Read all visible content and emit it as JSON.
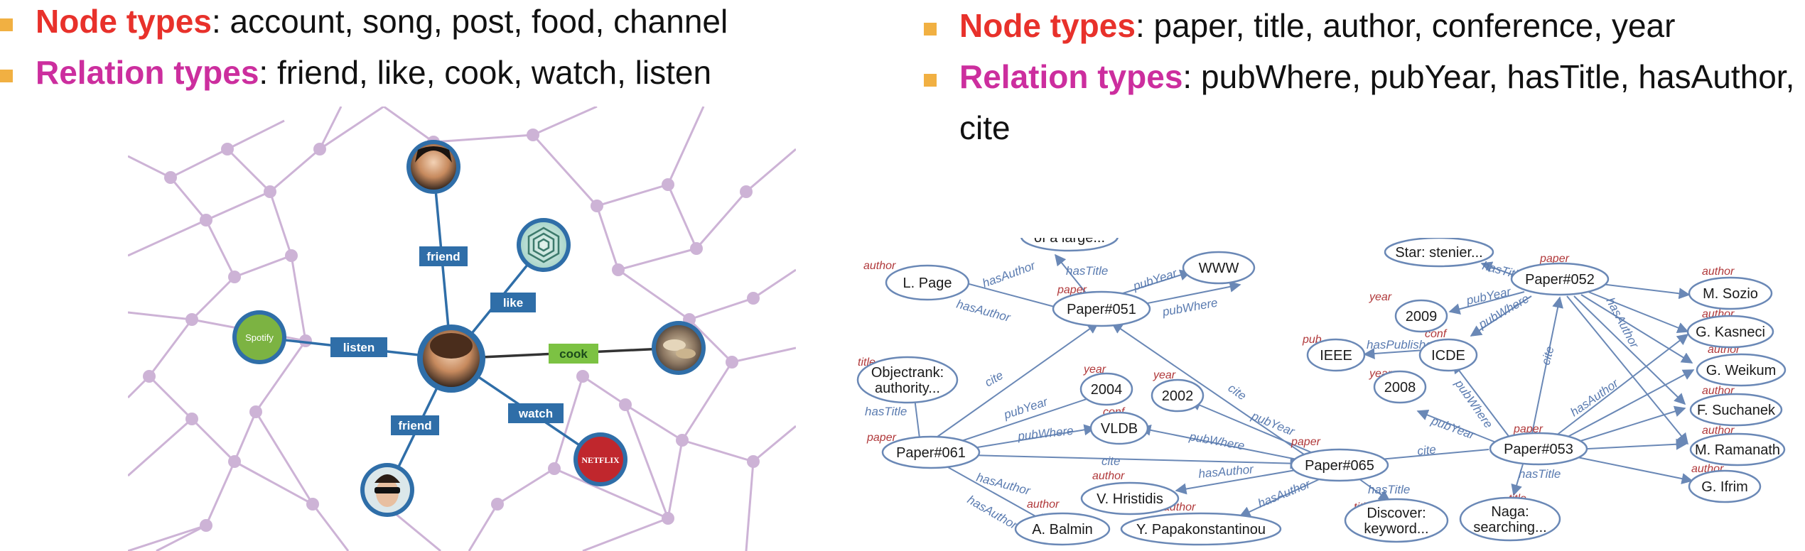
{
  "left_panel": {
    "bullets": [
      {
        "keyword": "Node types",
        "rest": ": account, song, post, food, channel"
      },
      {
        "keyword": "Relation types",
        "rest": ": friend, like, cook, watch, listen"
      }
    ],
    "graph": {
      "nodes": [
        {
          "id": "center",
          "icon": "person-photo-icon",
          "color": "#2f6ea8"
        },
        {
          "id": "friend1",
          "icon": "person-photo-icon",
          "color": "#2f6ea8"
        },
        {
          "id": "friend2",
          "icon": "person-photo-icon",
          "color": "#2f6ea8"
        },
        {
          "id": "post",
          "icon": "post-hexagon-icon",
          "color": "#2f6ea8"
        },
        {
          "id": "spotify",
          "icon": "spotify-icon",
          "label": "Spotify",
          "color": "#7cb342"
        },
        {
          "id": "food",
          "icon": "food-photo-icon",
          "color": "#2f6ea8"
        },
        {
          "id": "netflix",
          "icon": "netflix-icon",
          "label": "NETFLIX",
          "color": "#c0272d"
        }
      ],
      "edges": [
        {
          "from": "center",
          "to": "friend1",
          "label": "friend"
        },
        {
          "from": "center",
          "to": "post",
          "label": "like"
        },
        {
          "from": "center",
          "to": "spotify",
          "label": "listen"
        },
        {
          "from": "center",
          "to": "food",
          "label": "cook"
        },
        {
          "from": "center",
          "to": "friend2",
          "label": "friend"
        },
        {
          "from": "center",
          "to": "netflix",
          "label": "watch"
        }
      ],
      "colors": {
        "edge": "#2f6ea8",
        "cook_tag": "#7cc243",
        "mesh": "#cdb3d6"
      }
    }
  },
  "right_panel": {
    "bullets": [
      {
        "keyword": "Node types",
        "rest": ": paper, title, author, conference, year"
      },
      {
        "keyword": "Relation types",
        "rest": ": pubWhere, pubYear, hasTitle, hasAuthor, cite"
      }
    ],
    "graph": {
      "nodes": [
        {
          "id": "t_large",
          "label": "of a large..."
        },
        {
          "id": "www",
          "label": "WWW"
        },
        {
          "id": "page",
          "label": "L. Page",
          "type": "author"
        },
        {
          "id": "p051",
          "label": "Paper#051",
          "type": "paper"
        },
        {
          "id": "objectrank",
          "label": "Objectrank:\nauthority...",
          "type": "title"
        },
        {
          "id": "y2004",
          "label": "2004",
          "type": "year"
        },
        {
          "id": "y2002",
          "label": "2002",
          "type": "year"
        },
        {
          "id": "vldb",
          "label": "VLDB",
          "type": "conf"
        },
        {
          "id": "p061",
          "label": "Paper#061",
          "type": "paper"
        },
        {
          "id": "p065",
          "label": "Paper#065",
          "type": "paper"
        },
        {
          "id": "hristidis",
          "label": "V. Hristidis",
          "type": "author"
        },
        {
          "id": "balmin",
          "label": "A. Balmin",
          "type": "author"
        },
        {
          "id": "papa",
          "label": "Y. Papakonstantinou",
          "type": "author"
        },
        {
          "id": "discover",
          "label": "Discover:\nkeyword...",
          "type": "title"
        },
        {
          "id": "star",
          "label": "Star: stenier..."
        },
        {
          "id": "p052",
          "label": "Paper#052",
          "type": "paper"
        },
        {
          "id": "y2009",
          "label": "2009",
          "type": "year"
        },
        {
          "id": "ieee",
          "label": "IEEE",
          "type": "pub"
        },
        {
          "id": "icde",
          "label": "ICDE",
          "type": "conf"
        },
        {
          "id": "y2008",
          "label": "2008",
          "type": "year"
        },
        {
          "id": "p053",
          "label": "Paper#053",
          "type": "paper"
        },
        {
          "id": "naga",
          "label": "Naga:\nsearching...",
          "type": "title"
        },
        {
          "id": "sozio",
          "label": "M. Sozio",
          "type": "author"
        },
        {
          "id": "kasneci",
          "label": "G. Kasneci",
          "type": "author"
        },
        {
          "id": "weikum",
          "label": "G. Weikum",
          "type": "author"
        },
        {
          "id": "suchanek",
          "label": "F. Suchanek",
          "type": "author"
        },
        {
          "id": "ramanath",
          "label": "M. Ramanath",
          "type": "author"
        },
        {
          "id": "ifrim",
          "label": "G. Ifrim",
          "type": "author"
        }
      ],
      "edges": [
        {
          "from": "p051",
          "to": "page",
          "label": "hasAuthor"
        },
        {
          "from": "p051",
          "to": "t_large",
          "label": "hasTitle"
        },
        {
          "from": "p051",
          "to": "www",
          "label": "pubYear"
        },
        {
          "from": "p051",
          "to": "www",
          "label": "pubWhere"
        },
        {
          "from": "p061",
          "to": "p051",
          "label": "cite"
        },
        {
          "from": "p061",
          "to": "objectrank",
          "label": "hasTitle"
        },
        {
          "from": "p061",
          "to": "y2004",
          "label": "pubYear"
        },
        {
          "from": "p061",
          "to": "vldb",
          "label": "pubWhere"
        },
        {
          "from": "p061",
          "to": "p065",
          "label": "cite"
        },
        {
          "from": "p061",
          "to": "balmin",
          "label": "hasAuthor"
        },
        {
          "from": "p065",
          "to": "p051",
          "label": "cite"
        },
        {
          "from": "p065",
          "to": "y2002",
          "label": "pubYear"
        },
        {
          "from": "p065",
          "to": "vldb",
          "label": "pubWhere"
        },
        {
          "from": "p065",
          "to": "hristidis",
          "label": "hasAuthor"
        },
        {
          "from": "p065",
          "to": "papa",
          "label": "hasAuthor"
        },
        {
          "from": "p065",
          "to": "discover",
          "label": "hasTitle"
        },
        {
          "from": "p052",
          "to": "star",
          "label": "hasTitle"
        },
        {
          "from": "p052",
          "to": "y2009",
          "label": "pubYear"
        },
        {
          "from": "p052",
          "to": "icde",
          "label": "pubWhere"
        },
        {
          "from": "p052",
          "to": "sozio",
          "label": ""
        },
        {
          "from": "p052",
          "to": "kasneci",
          "label": ""
        },
        {
          "from": "p052",
          "to": "weikum",
          "label": ""
        },
        {
          "from": "p052",
          "to": "suchanek",
          "label": ""
        },
        {
          "from": "p052",
          "to": "ramanath",
          "label": "hasAuthor"
        },
        {
          "from": "icde",
          "to": "ieee",
          "label": "hasPublisher"
        },
        {
          "from": "p053",
          "to": "p052",
          "label": "cite"
        },
        {
          "from": "p053",
          "to": "icde",
          "label": "pubWhere"
        },
        {
          "from": "p053",
          "to": "y2008",
          "label": "pubYear"
        },
        {
          "from": "p053",
          "to": "p065",
          "label": "cite"
        },
        {
          "from": "p053",
          "to": "naga",
          "label": "hasTitle"
        },
        {
          "from": "p053",
          "to": "kasneci",
          "label": ""
        },
        {
          "from": "p053",
          "to": "weikum",
          "label": ""
        },
        {
          "from": "p053",
          "to": "suchanek",
          "label": "hasAuthor"
        },
        {
          "from": "p053",
          "to": "ramanath",
          "label": ""
        },
        {
          "from": "p053",
          "to": "ifrim",
          "label": ""
        }
      ],
      "colors": {
        "edge": "#6a88b6",
        "node_stroke": "#6a88b6",
        "type_label": "#b0383a"
      }
    }
  },
  "colors": {
    "node_keyword": "#e8312b",
    "relation_keyword": "#cc2e9e",
    "bullet": "#f1b042"
  }
}
